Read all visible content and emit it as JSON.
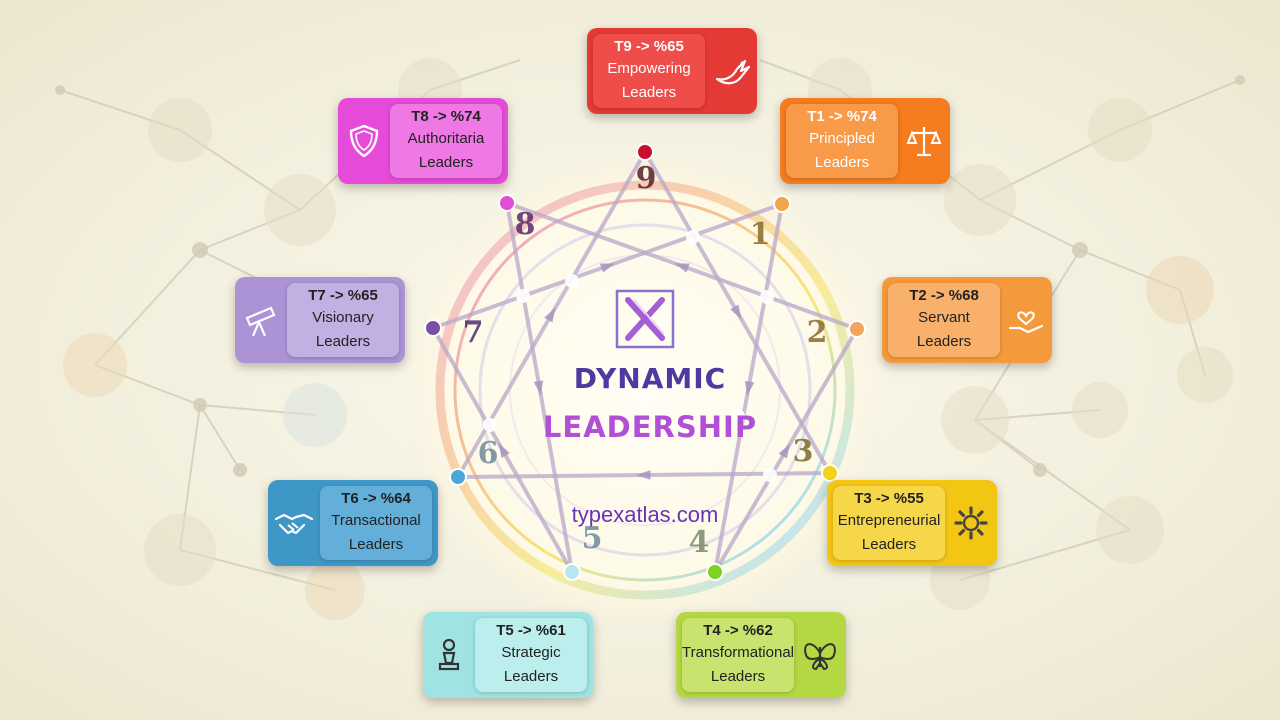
{
  "center": {
    "title_line1": "DYNAMIC",
    "title_line2": "LEADERSHIP",
    "website": "typexatlas.com",
    "logo_icon": "x-logo-icon"
  },
  "enneagram_numbers": [
    "1",
    "2",
    "3",
    "4",
    "5",
    "6",
    "7",
    "8",
    "9"
  ],
  "cards": [
    {
      "id": "t9",
      "code": "T9 -> %65",
      "name": "Empowering",
      "sub": "Leaders",
      "icon": "dove-icon",
      "color": "#e53935",
      "panel": "#ee4d4a",
      "text": "#ffffff"
    },
    {
      "id": "t1",
      "code": "T1 -> %74",
      "name": "Principled",
      "sub": "Leaders",
      "icon": "scales-icon",
      "color": "#f57c1f",
      "panel": "#f89a48",
      "text": "#ffffff"
    },
    {
      "id": "t2",
      "code": "T2 -> %68",
      "name": "Servant",
      "sub": "Leaders",
      "icon": "heart-hand-icon",
      "color": "#f59a3c",
      "panel": "#f8b06a",
      "text": "#222222"
    },
    {
      "id": "t3",
      "code": "T3 -> %55",
      "name": "Entrepreneurial",
      "sub": "Leaders",
      "icon": "gear-icon",
      "color": "#f3c614",
      "panel": "#f7d74a",
      "text": "#222222"
    },
    {
      "id": "t4",
      "code": "T4 -> %62",
      "name": "Transformational",
      "sub": "Leaders",
      "icon": "butterfly-icon",
      "color": "#b4d843",
      "panel": "#c8e46e",
      "text": "#222222"
    },
    {
      "id": "t5",
      "code": "T5 -> %61",
      "name": "Strategic",
      "sub": "Leaders",
      "icon": "chess-pawn-icon",
      "color": "#9fe3e3",
      "panel": "#bdeeee",
      "text": "#222222"
    },
    {
      "id": "t6",
      "code": "T6 -> %64",
      "name": "Transactional",
      "sub": "Leaders",
      "icon": "handshake-icon",
      "color": "#3f97c8",
      "panel": "#63afda",
      "text": "#222222"
    },
    {
      "id": "t7",
      "code": "T7 -> %65",
      "name": "Visionary",
      "sub": "Leaders",
      "icon": "telescope-icon",
      "color": "#ab93d6",
      "panel": "#c2b0e3",
      "text": "#222222"
    },
    {
      "id": "t8",
      "code": "T8 -> %74",
      "name": "Authoritaria",
      "sub": "Leaders",
      "icon": "shield-icon",
      "color": "#e54bd8",
      "panel": "#ee78e4",
      "text": "#222222"
    }
  ],
  "colors": {
    "p1": "#f1a64a",
    "p2": "#f2a45c",
    "p3": "#f3d21a",
    "p4": "#7ed321",
    "p5": "#b9e6ec",
    "p6": "#4aa8d6",
    "p7": "#7a4fa8",
    "p8": "#dd4fd4",
    "p9": "#c8102e"
  }
}
